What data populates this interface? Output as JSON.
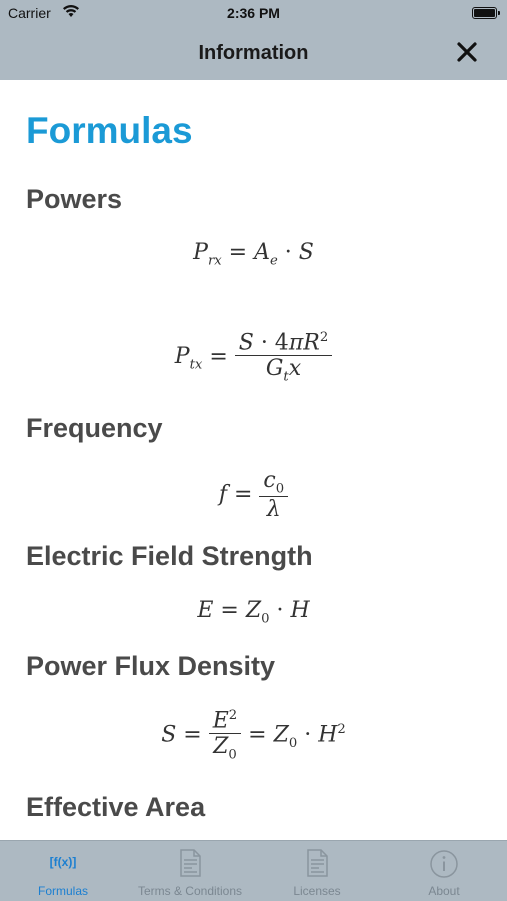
{
  "status_bar": {
    "carrier": "Carrier",
    "time": "2:36 PM"
  },
  "nav": {
    "title": "Information"
  },
  "page": {
    "heading": "Formulas",
    "sections": [
      {
        "title": "Powers"
      },
      {
        "title": "Frequency"
      },
      {
        "title": "Electric Field Strength"
      },
      {
        "title": "Power Flux Density"
      },
      {
        "title": "Effective Area"
      }
    ]
  },
  "tabs": [
    {
      "label": "Formulas",
      "icon_text": "[f(x)]",
      "active": true
    },
    {
      "label": "Terms & Conditions",
      "active": false
    },
    {
      "label": "Licenses",
      "active": false
    },
    {
      "label": "About",
      "active": false
    }
  ],
  "colors": {
    "accent": "#1b9ad6",
    "bar": "#adb9c2",
    "tab_inactive": "#7b8791"
  }
}
